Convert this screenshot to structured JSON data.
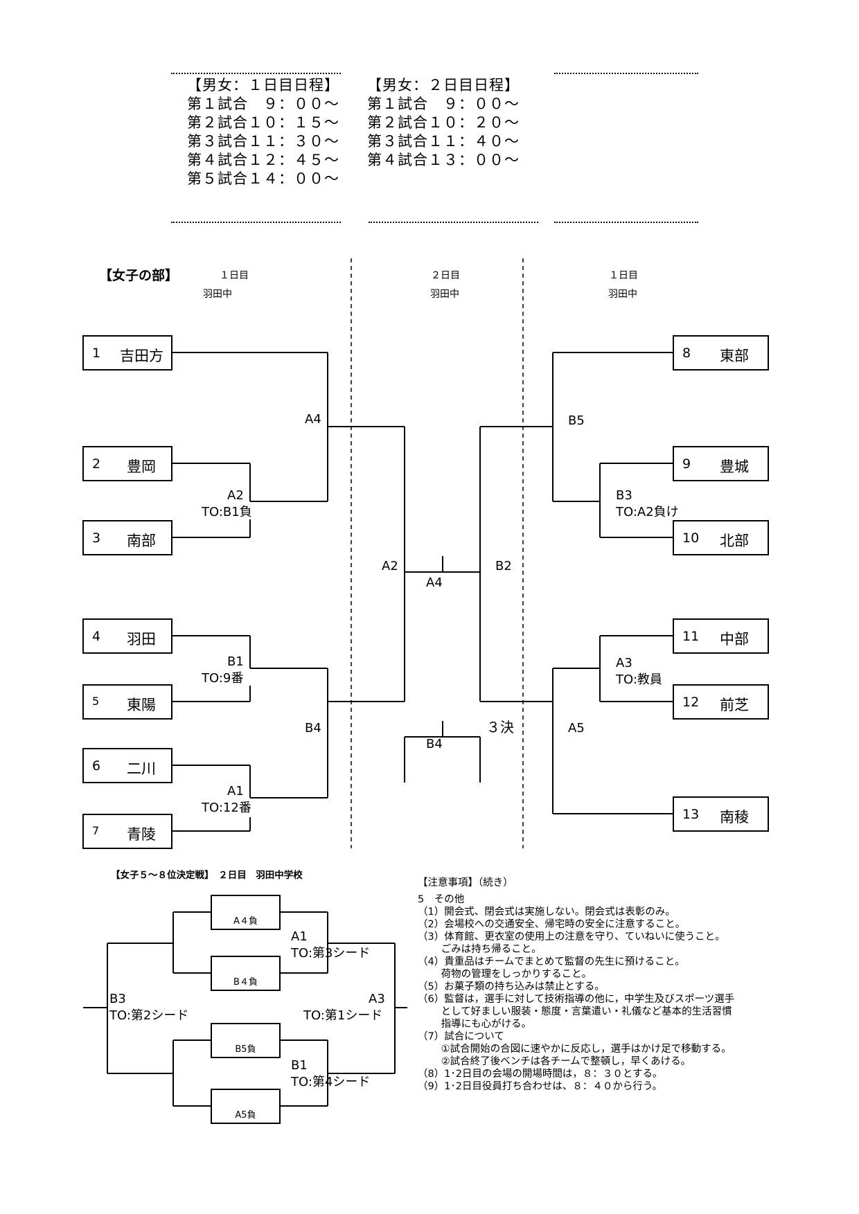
{
  "schedule": {
    "day1": {
      "title": "【男女：１日目日程】",
      "games": [
        "第１試合　９：００～",
        "第２試合１０：１５～",
        "第３試合１１：３０～",
        "第４試合１２：４５～",
        "第５試合１４：００～"
      ]
    },
    "day2": {
      "title": "【男女：２日目日程】",
      "games": [
        "第１試合　９：００～",
        "第２試合１０：２０～",
        "第３試合１１：４０～",
        "第４試合１３：００～"
      ]
    }
  },
  "bracket": {
    "title": "【女子の部】",
    "columns": [
      {
        "day": "１日目",
        "venue": "羽田中"
      },
      {
        "day": "２日目",
        "venue": "羽田中"
      },
      {
        "day": "１日目",
        "venue": "羽田中"
      }
    ],
    "teams": [
      {
        "num": "1",
        "name": "吉田方"
      },
      {
        "num": "2",
        "name": "豊岡"
      },
      {
        "num": "3",
        "name": "南部"
      },
      {
        "num": "4",
        "name": "羽田"
      },
      {
        "num": "5",
        "name": "東陽"
      },
      {
        "num": "6",
        "name": "二川"
      },
      {
        "num": "7",
        "name": "青陵"
      },
      {
        "num": "8",
        "name": "東部"
      },
      {
        "num": "9",
        "name": "豊城"
      },
      {
        "num": "10",
        "name": "北部"
      },
      {
        "num": "11",
        "name": "中部"
      },
      {
        "num": "12",
        "name": "前芝"
      },
      {
        "num": "13",
        "name": "南稜"
      }
    ],
    "games": {
      "a4": "A4",
      "a2": {
        "code": "A2",
        "to": "TO:B1負"
      },
      "b1": {
        "code": "B1",
        "to": "TO:9番"
      },
      "b4": "B4",
      "a1": {
        "code": "A1",
        "to": "TO:12番"
      },
      "b5": "B5",
      "b3": {
        "code": "B3",
        "to": "TO:A2負け"
      },
      "a3": {
        "code": "A3",
        "to": "TO:教員"
      },
      "a5": "A5",
      "semi_left": "A2",
      "semi_right": "B2",
      "final": "A4",
      "third": "B4",
      "third_label": "３決"
    }
  },
  "placement": {
    "title": "【女子５～８位決定戦】　２日目　羽田中学校",
    "losers": [
      "A４負",
      "B４負",
      "B5負",
      "A5負"
    ],
    "a1": {
      "code": "A1",
      "to": "TO:第3シード"
    },
    "b1": {
      "code": "B1",
      "to": "TO:第4シード"
    },
    "a3": {
      "code": "A3",
      "to": "TO:第1シード"
    },
    "b3": {
      "code": "B3",
      "to": "TO:第2シード"
    }
  },
  "notes": {
    "title": "【注意事項】（続き）",
    "lines": [
      "5　その他",
      "（1）開会式、閉会式は実施しない。閉会式は表彰のみ。",
      "（2）会場校への交通安全、帰宅時の安全に注意すること。",
      "（3）体育館、更衣室の使用上の注意を守り、ていねいに使うこと。",
      "　　 ごみは持ち帰ること。",
      "（4）貴重品はチームでまとめて監督の先生に預けること。",
      "　　 荷物の管理をしっかりすること。",
      "（5）お菓子類の持ち込みは禁止とする。",
      "（6）監督は，選手に対して技術指導の他に，中学生及びスポーツ選手",
      "　　 として好ましい服装・態度・言葉遣い・礼儀など基本的生活習慣",
      "　　 指導にも心がける。",
      "（7）試合について",
      "　　 ①試合開始の合図に速やかに反応し，選手はかけ足で移動する。",
      "　　 ②試合終了後ベンチは各チームで整頓し，早くあける。",
      "（8）1･2日目の会場の開場時間は，８：３０とする。",
      "（9）1･2日目役員打ち合わせは、８：４０から行う。"
    ]
  }
}
